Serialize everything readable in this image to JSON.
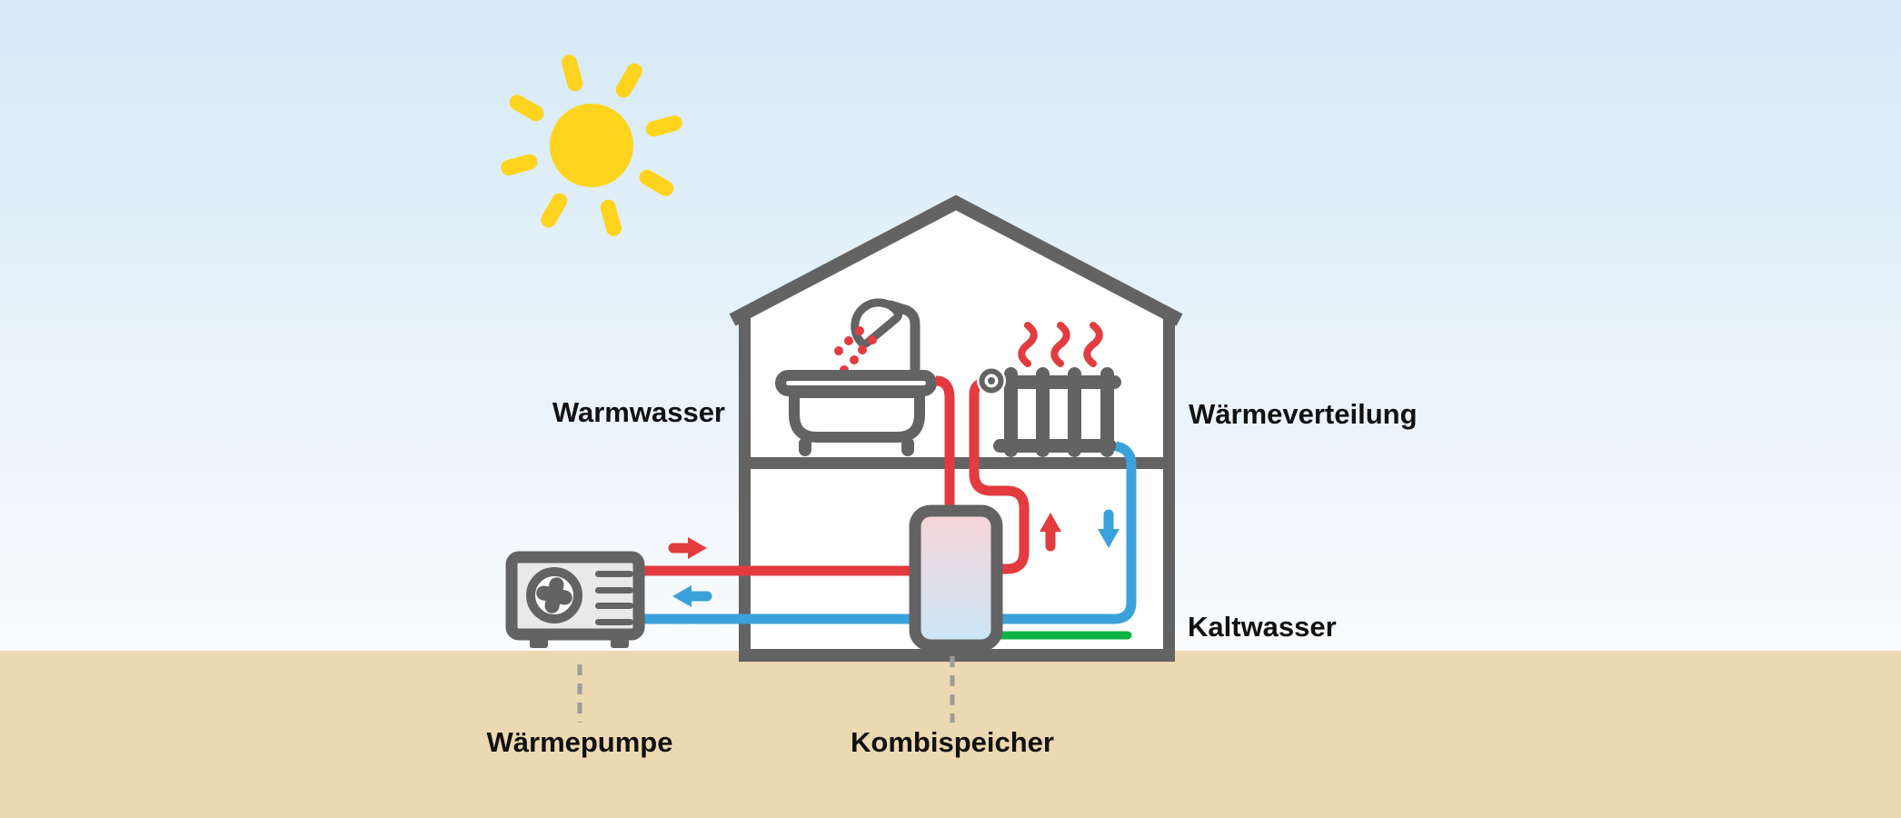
{
  "labels": {
    "warmwasser": "Warmwasser",
    "waermeverteilung": "Wärmeverteilung",
    "kaltwasser": "Kaltwasser",
    "waermepumpe": "Wärmepumpe",
    "kombispeicher": "Kombispeicher"
  },
  "colors": {
    "warm_pipe_red": "#E23B40",
    "return_pipe_blue": "#3BA1DA",
    "cold_water_green": "#0DB445",
    "sun_yellow": "#FFD41E",
    "outline_gray": "#636363",
    "ground_tan": "#EDD9B1",
    "sky_top_blue": "#D6EAF8",
    "tank_gradient_top": "#F8D4D8",
    "tank_gradient_bottom": "#C9E7F7",
    "heat_pump_fill": "#E9E9E9",
    "label_text": "#111111",
    "dashed_connector_gray": "#9C9C9C"
  },
  "icons": {
    "sun": "sun-icon",
    "house": "house-outline",
    "bathtub": "shower-bathtub-icon",
    "radiator": "radiator-icon",
    "heat_waves": "heat-waves-icon",
    "storage_tank": "storage-tank-icon",
    "heat_pump": "heat-pump-icon",
    "fan": "fan-icon",
    "arrows": [
      "arrow-red-right-icon",
      "arrow-blue-left-icon",
      "arrow-red-up-icon",
      "arrow-blue-down-icon"
    ]
  }
}
